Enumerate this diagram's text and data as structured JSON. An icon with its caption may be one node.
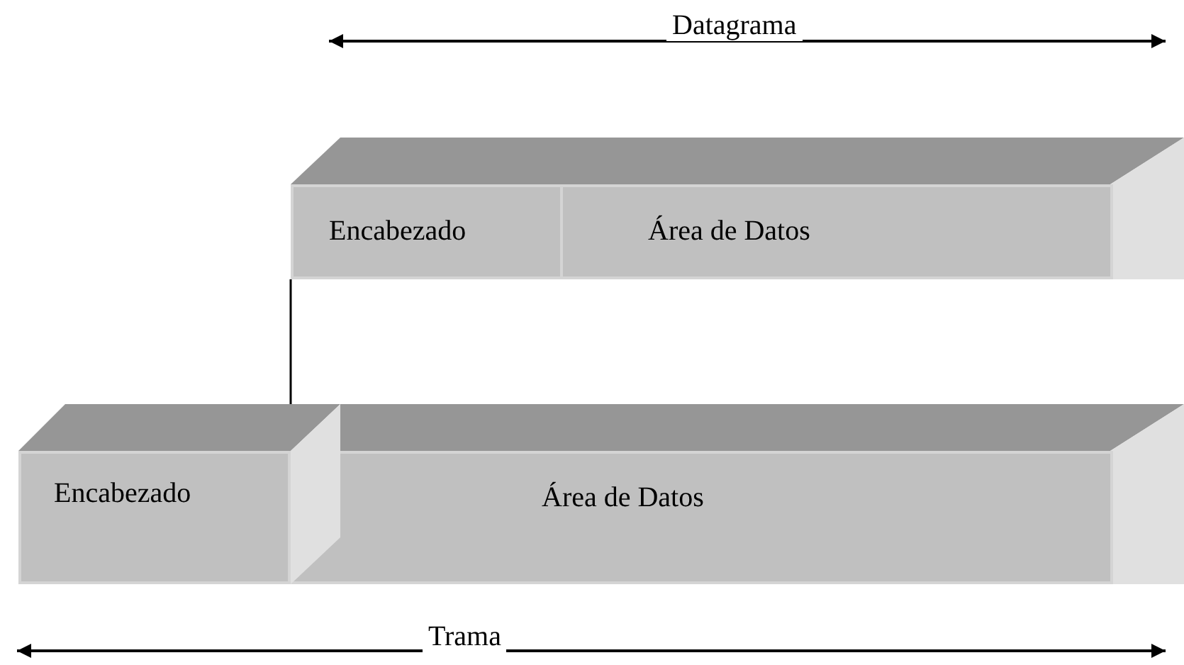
{
  "diagram": {
    "nodes": [
      {
        "text": [
          "Encabezado"
        ]
      },
      {
        "text": [
          "Área de Datos"
        ]
      },
      {
        "text": [
          "Encabezado"
        ]
      },
      {
        "text": [
          "Área de Datos"
        ]
      }
    ],
    "edges": [
      {
        "from": 0,
        "to": 2,
        "arrow": "none"
      }
    ],
    "labels": [
      "Datagrama",
      "Trama"
    ]
  }
}
